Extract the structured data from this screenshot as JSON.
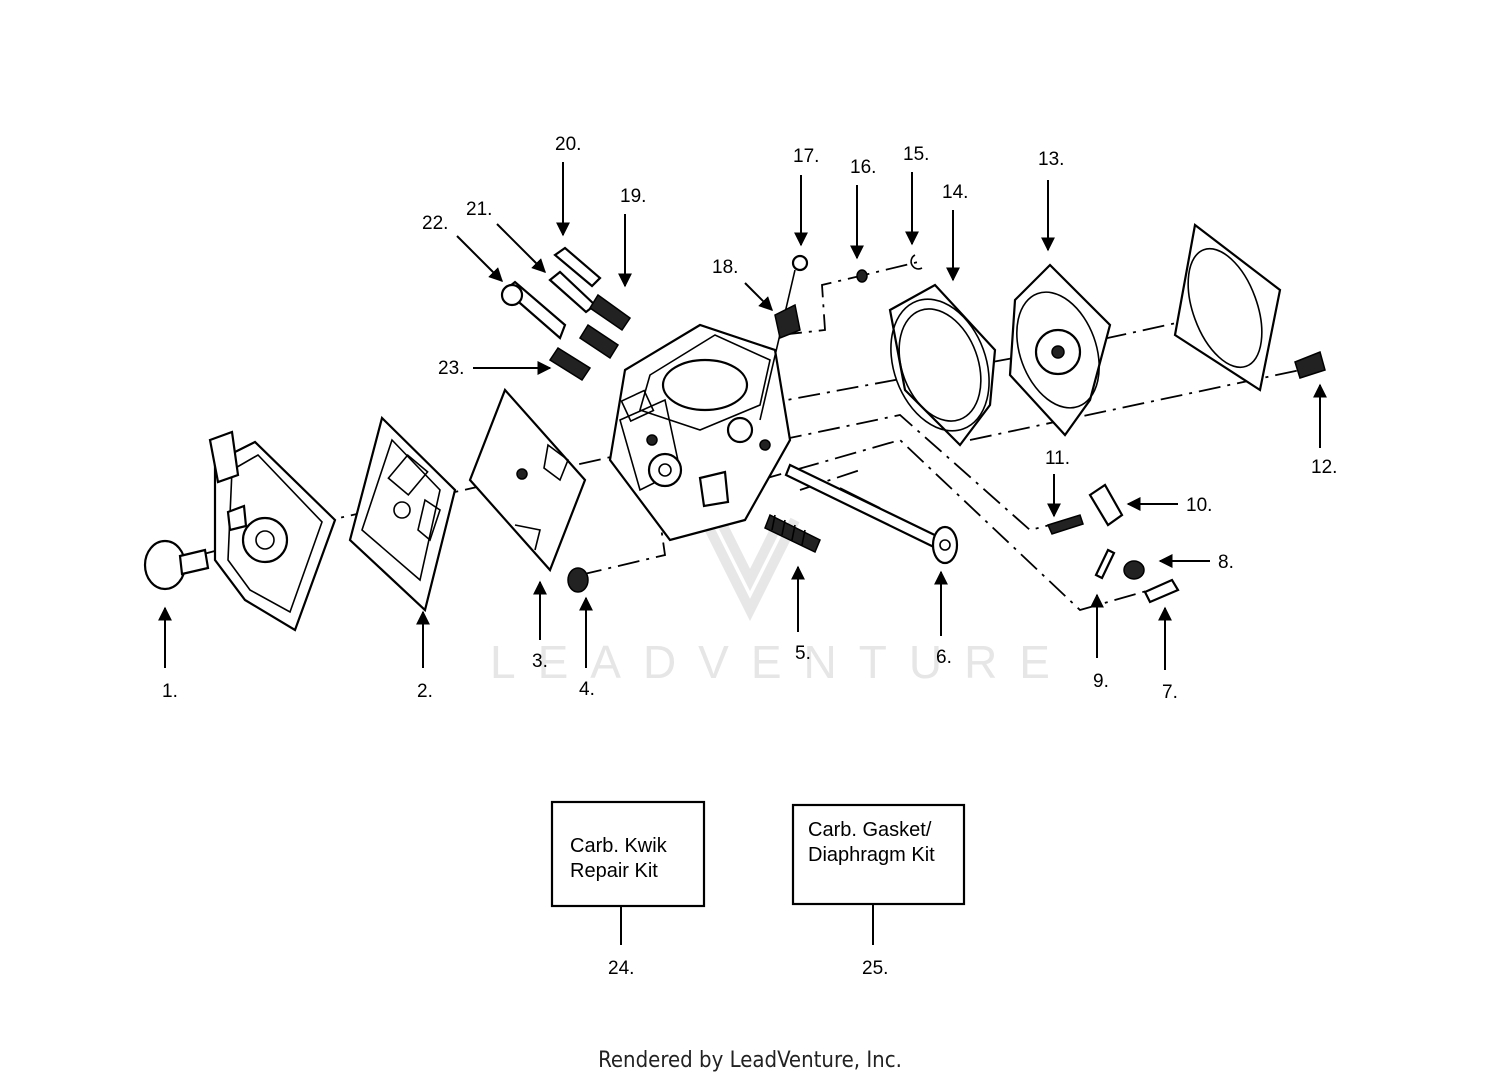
{
  "watermark": "LEADVENTURE",
  "footer": "Rendered by LeadVenture, Inc.",
  "callouts": [
    "1.",
    "2.",
    "3.",
    "4.",
    "5.",
    "6.",
    "7.",
    "8.",
    "9.",
    "10.",
    "11.",
    "12.",
    "13.",
    "14.",
    "15.",
    "16.",
    "17.",
    "18.",
    "19.",
    "20.",
    "21.",
    "22.",
    "23.",
    "24.",
    "25."
  ],
  "kits": {
    "kwik_line1": "Carb. Kwik",
    "kwik_line2": "Repair Kit",
    "gasket_line1": "Carb. Gasket/",
    "gasket_line2": "Diaphragm Kit"
  }
}
